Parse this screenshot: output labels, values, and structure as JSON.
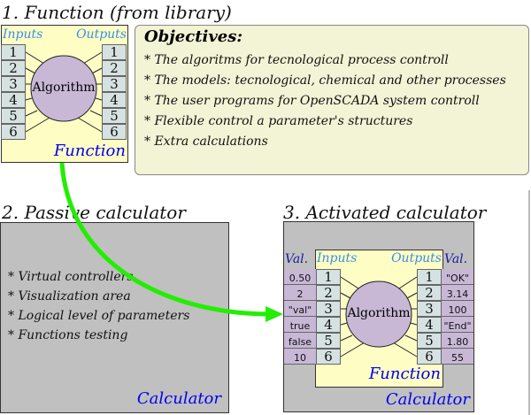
{
  "section1": {
    "title": "1. Function (from library)",
    "inputs_label": "Inputs",
    "outputs_label": "Outputs",
    "algorithm": "Algorithm",
    "function_label": "Function",
    "ports": [
      "1",
      "2",
      "3",
      "4",
      "5",
      "6"
    ]
  },
  "objectives": {
    "title": "Objectives:",
    "items": [
      "* The algoritms for tecnological process controll",
      "* The models: tecnological, chemical and other processes",
      "* The user programs for OpenSCADA system controll",
      "* Flexible control a parameter's structures",
      "* Extra calculations"
    ]
  },
  "section2": {
    "title": "2. Passive calculator",
    "items": [
      "* Virtual controllers",
      "* Visualization area",
      "* Logical level of parameters",
      "* Functions testing"
    ],
    "calculator_label": "Calculator"
  },
  "section3": {
    "title": "3. Activated calculator",
    "val_label": "Val.",
    "inputs_label": "Inputs",
    "outputs_label": "Outputs",
    "algorithm": "Algorithm",
    "function_label": "Function",
    "calculator_label": "Calculator",
    "input_values": [
      "0.50",
      "2",
      "\"val\"",
      "true",
      "false",
      "10"
    ],
    "output_values": [
      "\"OK\"",
      "3.14",
      "100",
      "\"End\"",
      "1.80",
      "55"
    ],
    "ports": [
      "1",
      "2",
      "3",
      "4",
      "5",
      "6"
    ]
  },
  "colors": {
    "arrow": "#22ee00",
    "function_bg": "#fdfdc4",
    "algorithm_bg": "#c8b8d6",
    "calculator_bg": "#c0c0c0"
  }
}
